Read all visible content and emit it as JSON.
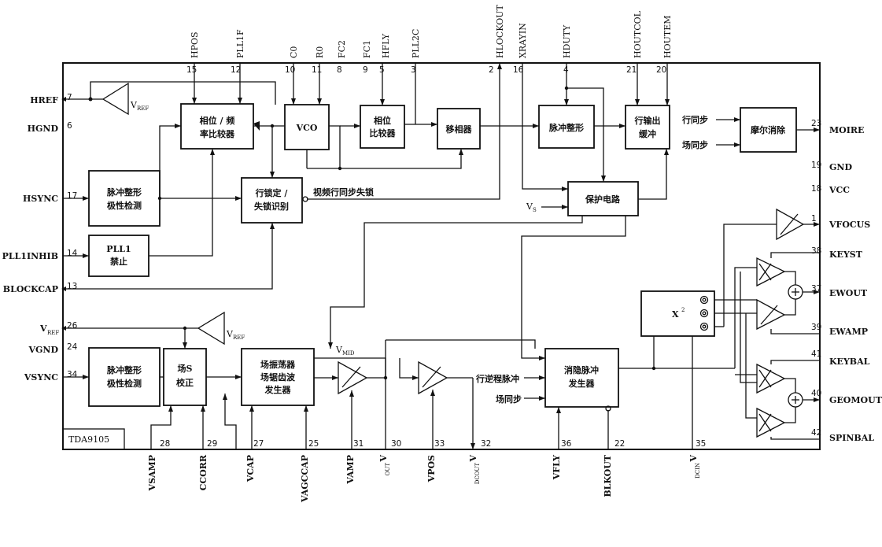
{
  "chip": "TDA9105",
  "blocks": {
    "phase_freq": [
      "相位 / 频",
      "率比较器"
    ],
    "vco": "VCO",
    "phase_cmp": [
      "相位",
      "比较器"
    ],
    "phase_shift": "移相器",
    "pulse_shape_top": "脉冲整形",
    "line_out_buf": [
      "行输出",
      "缓冲"
    ],
    "moire": "摩尔消除",
    "hsync_det": [
      "脉冲整形",
      "极性检测"
    ],
    "pll_inhibit": [
      "PLL1",
      "禁止"
    ],
    "lock_detect": [
      "行锁定 /",
      "失锁识别"
    ],
    "protect": "保护电路",
    "vsync_det": [
      "脉冲整形",
      "极性检测"
    ],
    "s_correct": [
      "场S",
      "校正"
    ],
    "ramp_gen": [
      "场振荡器",
      "场锯齿波",
      "发生器"
    ],
    "blank_gen": [
      "消隐脉冲",
      "发生器"
    ],
    "x2": "X"
  },
  "signals": {
    "video_lock": "视频行同步失锁",
    "h_sync": "行同步",
    "v_sync": "场同步",
    "retrace": "行逆程脉冲",
    "v_sync2": "场同步",
    "vmid": "V",
    "vmid_sub": "MID",
    "vs": "V",
    "vs_sub": "S",
    "vref1": "V",
    "vref1_sub": "REF",
    "vref2": "V",
    "vref2_sub": "REF"
  },
  "top_pins": [
    {
      "name": "HPOS",
      "num": "15"
    },
    {
      "name": "PLL1F",
      "num": "12"
    },
    {
      "name": "C0",
      "num": "10"
    },
    {
      "name": "R0",
      "num": "11"
    },
    {
      "name": "FC2",
      "num": "8"
    },
    {
      "name": "FC1",
      "num": "9"
    },
    {
      "name": "HFLY",
      "num": "5"
    },
    {
      "name": "PLL2C",
      "num": "3"
    },
    {
      "name": "HLOCKOUT",
      "num": "2"
    },
    {
      "name": "XRAYIN",
      "num": "16"
    },
    {
      "name": "HDUTY",
      "num": "4"
    },
    {
      "name": "HOUTCOL",
      "num": "21"
    },
    {
      "name": "HOUTEM",
      "num": "20"
    }
  ],
  "left_pins": [
    {
      "name": "HREF",
      "num": "7"
    },
    {
      "name": "HGND",
      "num": "6"
    },
    {
      "name": "HSYNC",
      "num": "17"
    },
    {
      "name": "PLL1INHIB",
      "num": "14"
    },
    {
      "name": "BLOCKCAP",
      "num": "13"
    },
    {
      "name": "V",
      "sub": "REF",
      "num": "26"
    },
    {
      "name": "VGND",
      "num": "24"
    },
    {
      "name": "VSYNC",
      "num": "34"
    }
  ],
  "right_pins": [
    {
      "name": "MOIRE",
      "num": "23"
    },
    {
      "name": "GND",
      "num": "19"
    },
    {
      "name": "VCC",
      "num": "18"
    },
    {
      "name": "VFOCUS",
      "num": "1"
    },
    {
      "name": "KEYST",
      "num": "38"
    },
    {
      "name": "EWOUT",
      "num": "37"
    },
    {
      "name": "EWAMP",
      "num": "39"
    },
    {
      "name": "KEYBAL",
      "num": "41"
    },
    {
      "name": "GEOMOUT",
      "num": "40"
    },
    {
      "name": "SPINBAL",
      "num": "42"
    }
  ],
  "bottom_pins": [
    {
      "name": "VSAMP",
      "num": "28"
    },
    {
      "name": "CCORR",
      "num": "29"
    },
    {
      "name": "VCAP",
      "num": "27"
    },
    {
      "name": "VAGCCAP",
      "num": "25"
    },
    {
      "name": "VAMP",
      "num": "31"
    },
    {
      "name": "V",
      "sub": "OUT",
      "num": "30"
    },
    {
      "name": "VPOS",
      "num": "33"
    },
    {
      "name": "V",
      "sub": "DCOUT",
      "num": "32"
    },
    {
      "name": "VFLY",
      "num": "36"
    },
    {
      "name": "BLKOUT",
      "num": "22"
    },
    {
      "name": "V",
      "sub": "DCIN",
      "num": "35"
    }
  ]
}
